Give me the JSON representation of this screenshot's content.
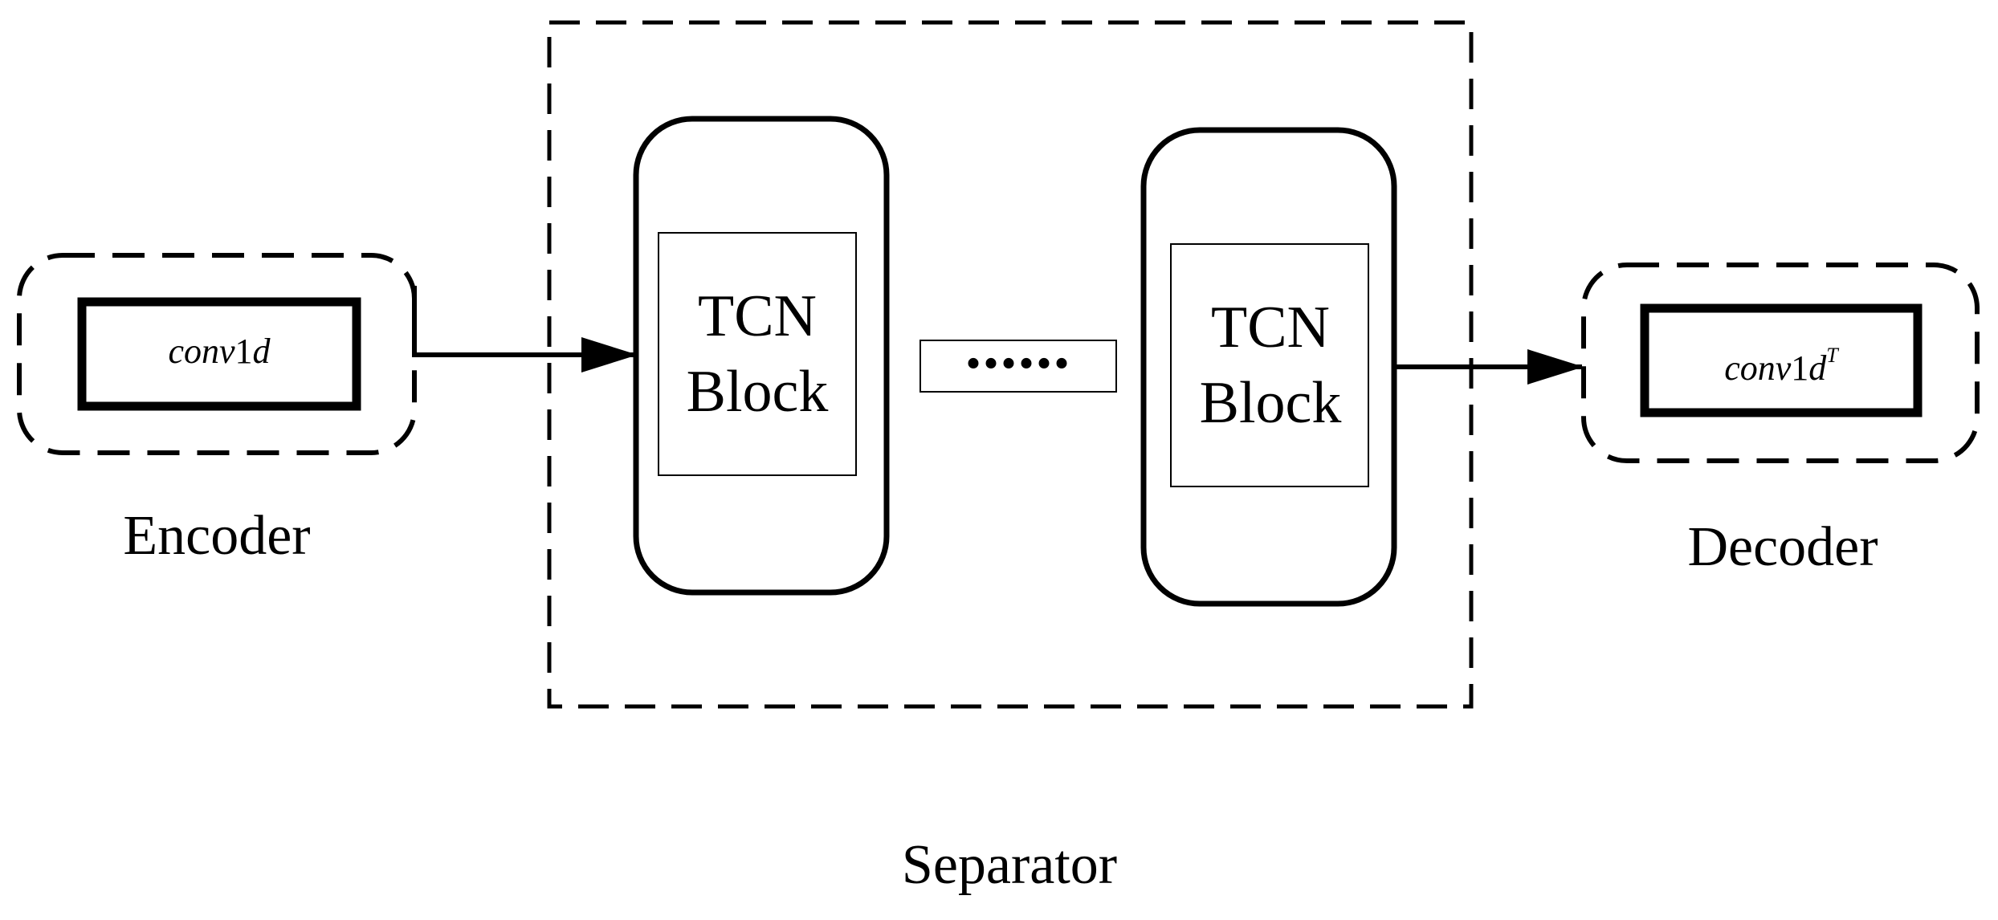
{
  "encoder": {
    "label": "Encoder",
    "op_base": "conv",
    "op_digit": "1",
    "op_tail": "d"
  },
  "separator": {
    "label": "Separator",
    "blocks": [
      {
        "line1": "TCN",
        "line2": "Block"
      },
      {
        "line1": "TCN",
        "line2": "Block"
      }
    ],
    "ellipsis": "......"
  },
  "decoder": {
    "label": "Decoder",
    "op_base": "conv",
    "op_digit": "1",
    "op_tail": "d",
    "op_sup": "T"
  },
  "colors": {
    "stroke": "#000000",
    "background": "#ffffff"
  }
}
